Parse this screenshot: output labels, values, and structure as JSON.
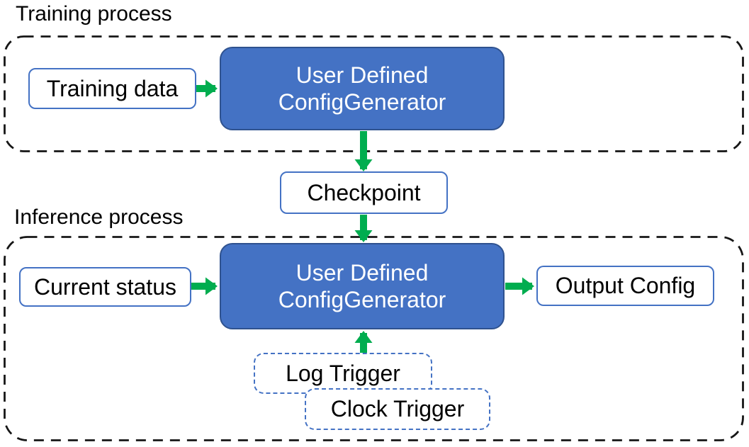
{
  "colors": {
    "node_fill": "#4472C4",
    "node_border": "#2F528F",
    "light_border": "#4472C4",
    "arrow": "#00AD4F",
    "container_border": "#161616",
    "text": "#000000",
    "node_text": "#ffffff"
  },
  "training": {
    "label": "Training process",
    "input_box": "Training data",
    "generator": {
      "line1": "User Defined",
      "line2": "ConfigGenerator"
    }
  },
  "checkpoint": {
    "label": "Checkpoint"
  },
  "inference": {
    "label": "Inference process",
    "input_box": "Current status",
    "generator": {
      "line1": "User Defined",
      "line2": "ConfigGenerator"
    },
    "output_box": "Output Config",
    "log_trigger": "Log Trigger",
    "clock_trigger": "Clock Trigger"
  }
}
